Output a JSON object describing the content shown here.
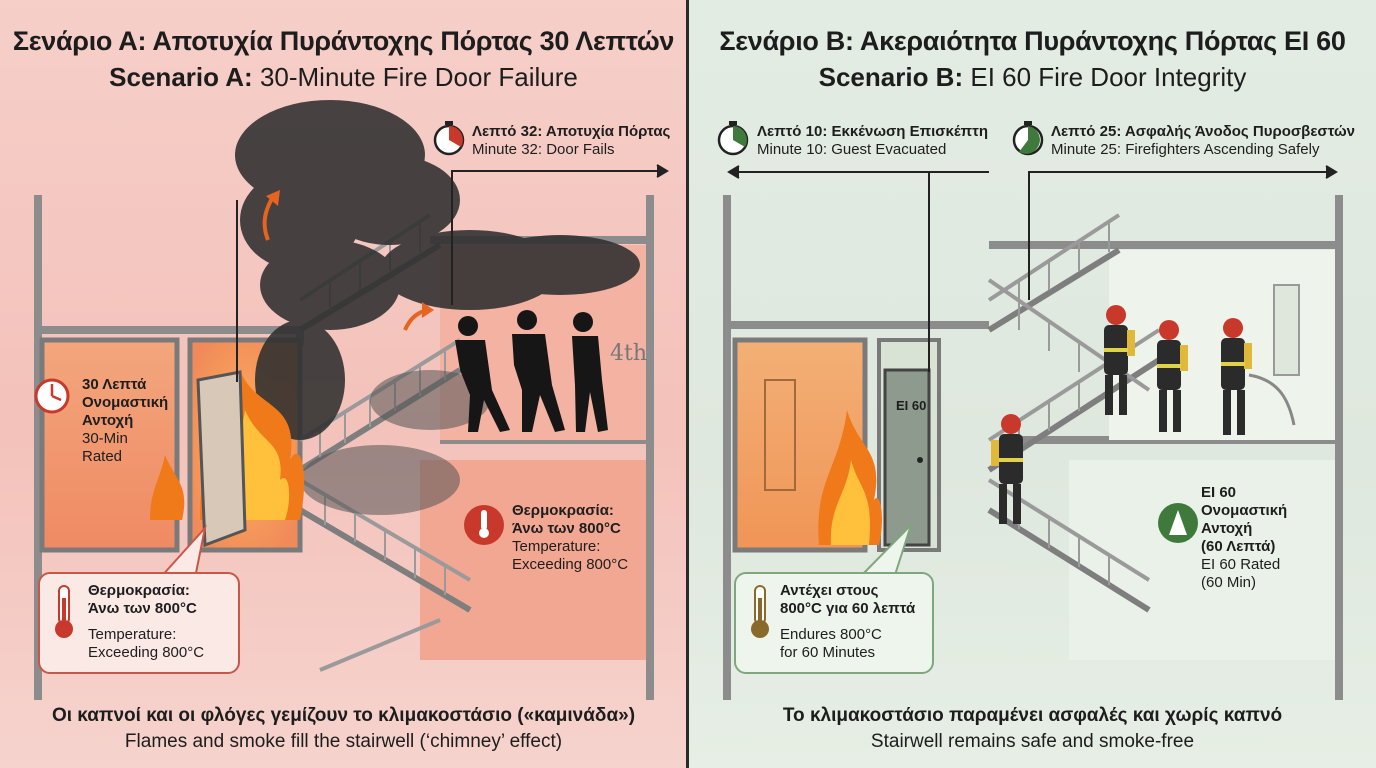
{
  "scenario_a": {
    "title_gr": "Σενάριο Α: Αποτυχία Πυράντοχης Πόρτας 30 Λεπτών",
    "title_en_bold": "Scenario A:",
    "title_en_rest": "30-Minute Fire Door Failure",
    "event": {
      "gr": "Λεπτό 32: Αποτυχία Πόρτας",
      "en": "Minute 32: Door Fails"
    },
    "rating": {
      "gr_line1": "30 Λεπτά",
      "gr_line2": "Ονομαστική",
      "gr_line3": "Αντοχή",
      "en_line1": "30-Min",
      "en_line2": "Rated"
    },
    "temp_stairwell": {
      "gr_line1": "Θερμοκρασία:",
      "gr_line2": "Άνω των 800°C",
      "en_line1": "Temperature:",
      "en_line2": "Exceeding 800°C"
    },
    "temp_callout": {
      "gr_line1": "Θερμοκρασία:",
      "gr_line2": "Άνω των 800°C",
      "en_line1": "Temperature:",
      "en_line2": "Exceeding 800°C"
    },
    "floor_label": "4th",
    "caption_gr": "Οι καπνοί και οι φλόγες γεμίζουν το κλιμακοστάσιο («καμινάδα»)",
    "caption_en": "Flames and smoke fill the stairwell (‘chimney’ effect)"
  },
  "scenario_b": {
    "title_gr": "Σενάριο Β: Ακεραιότητα Πυράντοχης Πόρτας EI 60",
    "title_en_bold": "Scenario B:",
    "title_en_rest": "EI 60 Fire Door Integrity",
    "event1": {
      "gr": "Λεπτό 10: Εκκένωση Επισκέπτη",
      "en": "Minute 10: Guest Evacuated"
    },
    "event2": {
      "gr": "Λεπτό 25: Ασφαλής Άνοδος Πυροσβεστών",
      "en": "Minute 25: Firefighters Ascending Safely"
    },
    "door_label": "EI 60",
    "rating": {
      "gr_line1": "EI 60",
      "gr_line2": "Ονομαστική",
      "gr_line3": "Αντοχή",
      "gr_line4": "(60 Λεπτά)",
      "en_line1": "EI 60 Rated",
      "en_line2": "(60 Min)"
    },
    "endure_callout": {
      "gr_line1": "Αντέχει στους",
      "gr_line2": "800°C για 60 λεπτά",
      "en_line1": "Endures 800°C",
      "en_line2": "for 60 Minutes"
    },
    "caption_gr": "Το κλιμακοστάσιο παραμένει ασφαλές και χωρίς καπνό",
    "caption_en": "Stairwell remains safe and smoke-free"
  },
  "colors": {
    "danger": "#c8392b",
    "safe": "#3f7a3c",
    "fire": "#f07a1a",
    "smoke": "#2e2e2e"
  }
}
